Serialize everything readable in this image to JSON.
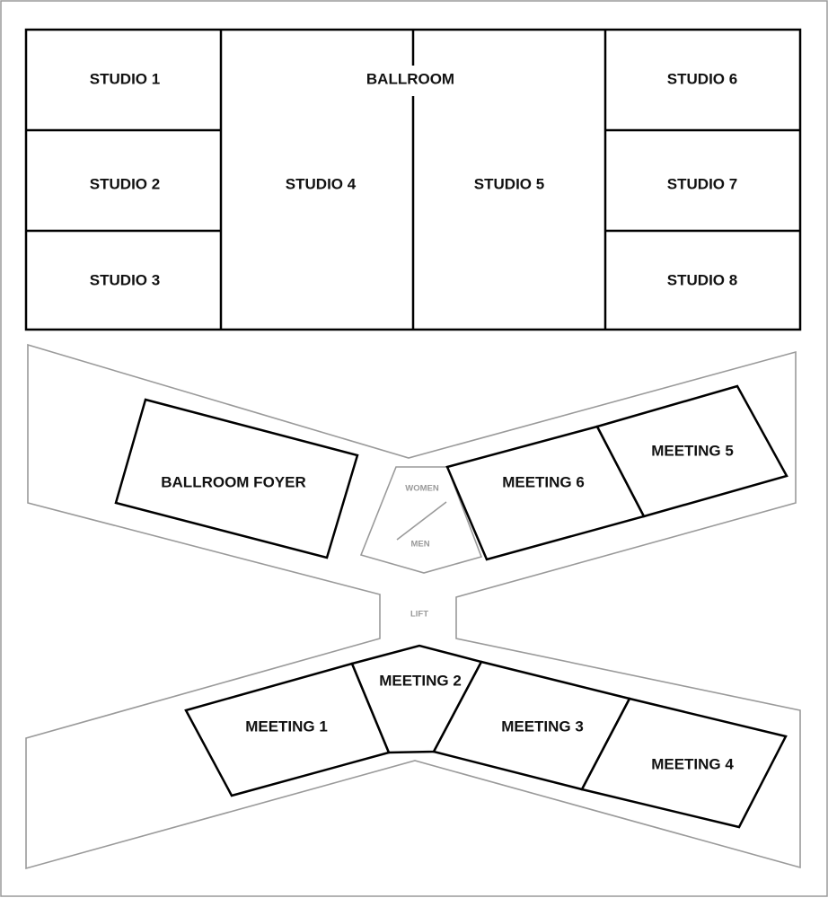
{
  "upper_level": {
    "ballroom": "BALLROOM",
    "studios": [
      "STUDIO 1",
      "STUDIO 2",
      "STUDIO 3",
      "STUDIO 4",
      "STUDIO 5",
      "STUDIO 6",
      "STUDIO 7",
      "STUDIO 8"
    ]
  },
  "lower_level": {
    "ballroom_foyer": "BALLROOM FOYER",
    "meetings": [
      "MEETING 1",
      "MEETING 2",
      "MEETING 3",
      "MEETING 4",
      "MEETING 5",
      "MEETING 6"
    ],
    "restrooms": {
      "women": "WOMEN",
      "men": "MEN"
    },
    "lift": "LIFT"
  },
  "colors": {
    "room_outline": "#000000",
    "corridor_outline": "#9a9a9a",
    "background": "#ffffff"
  }
}
